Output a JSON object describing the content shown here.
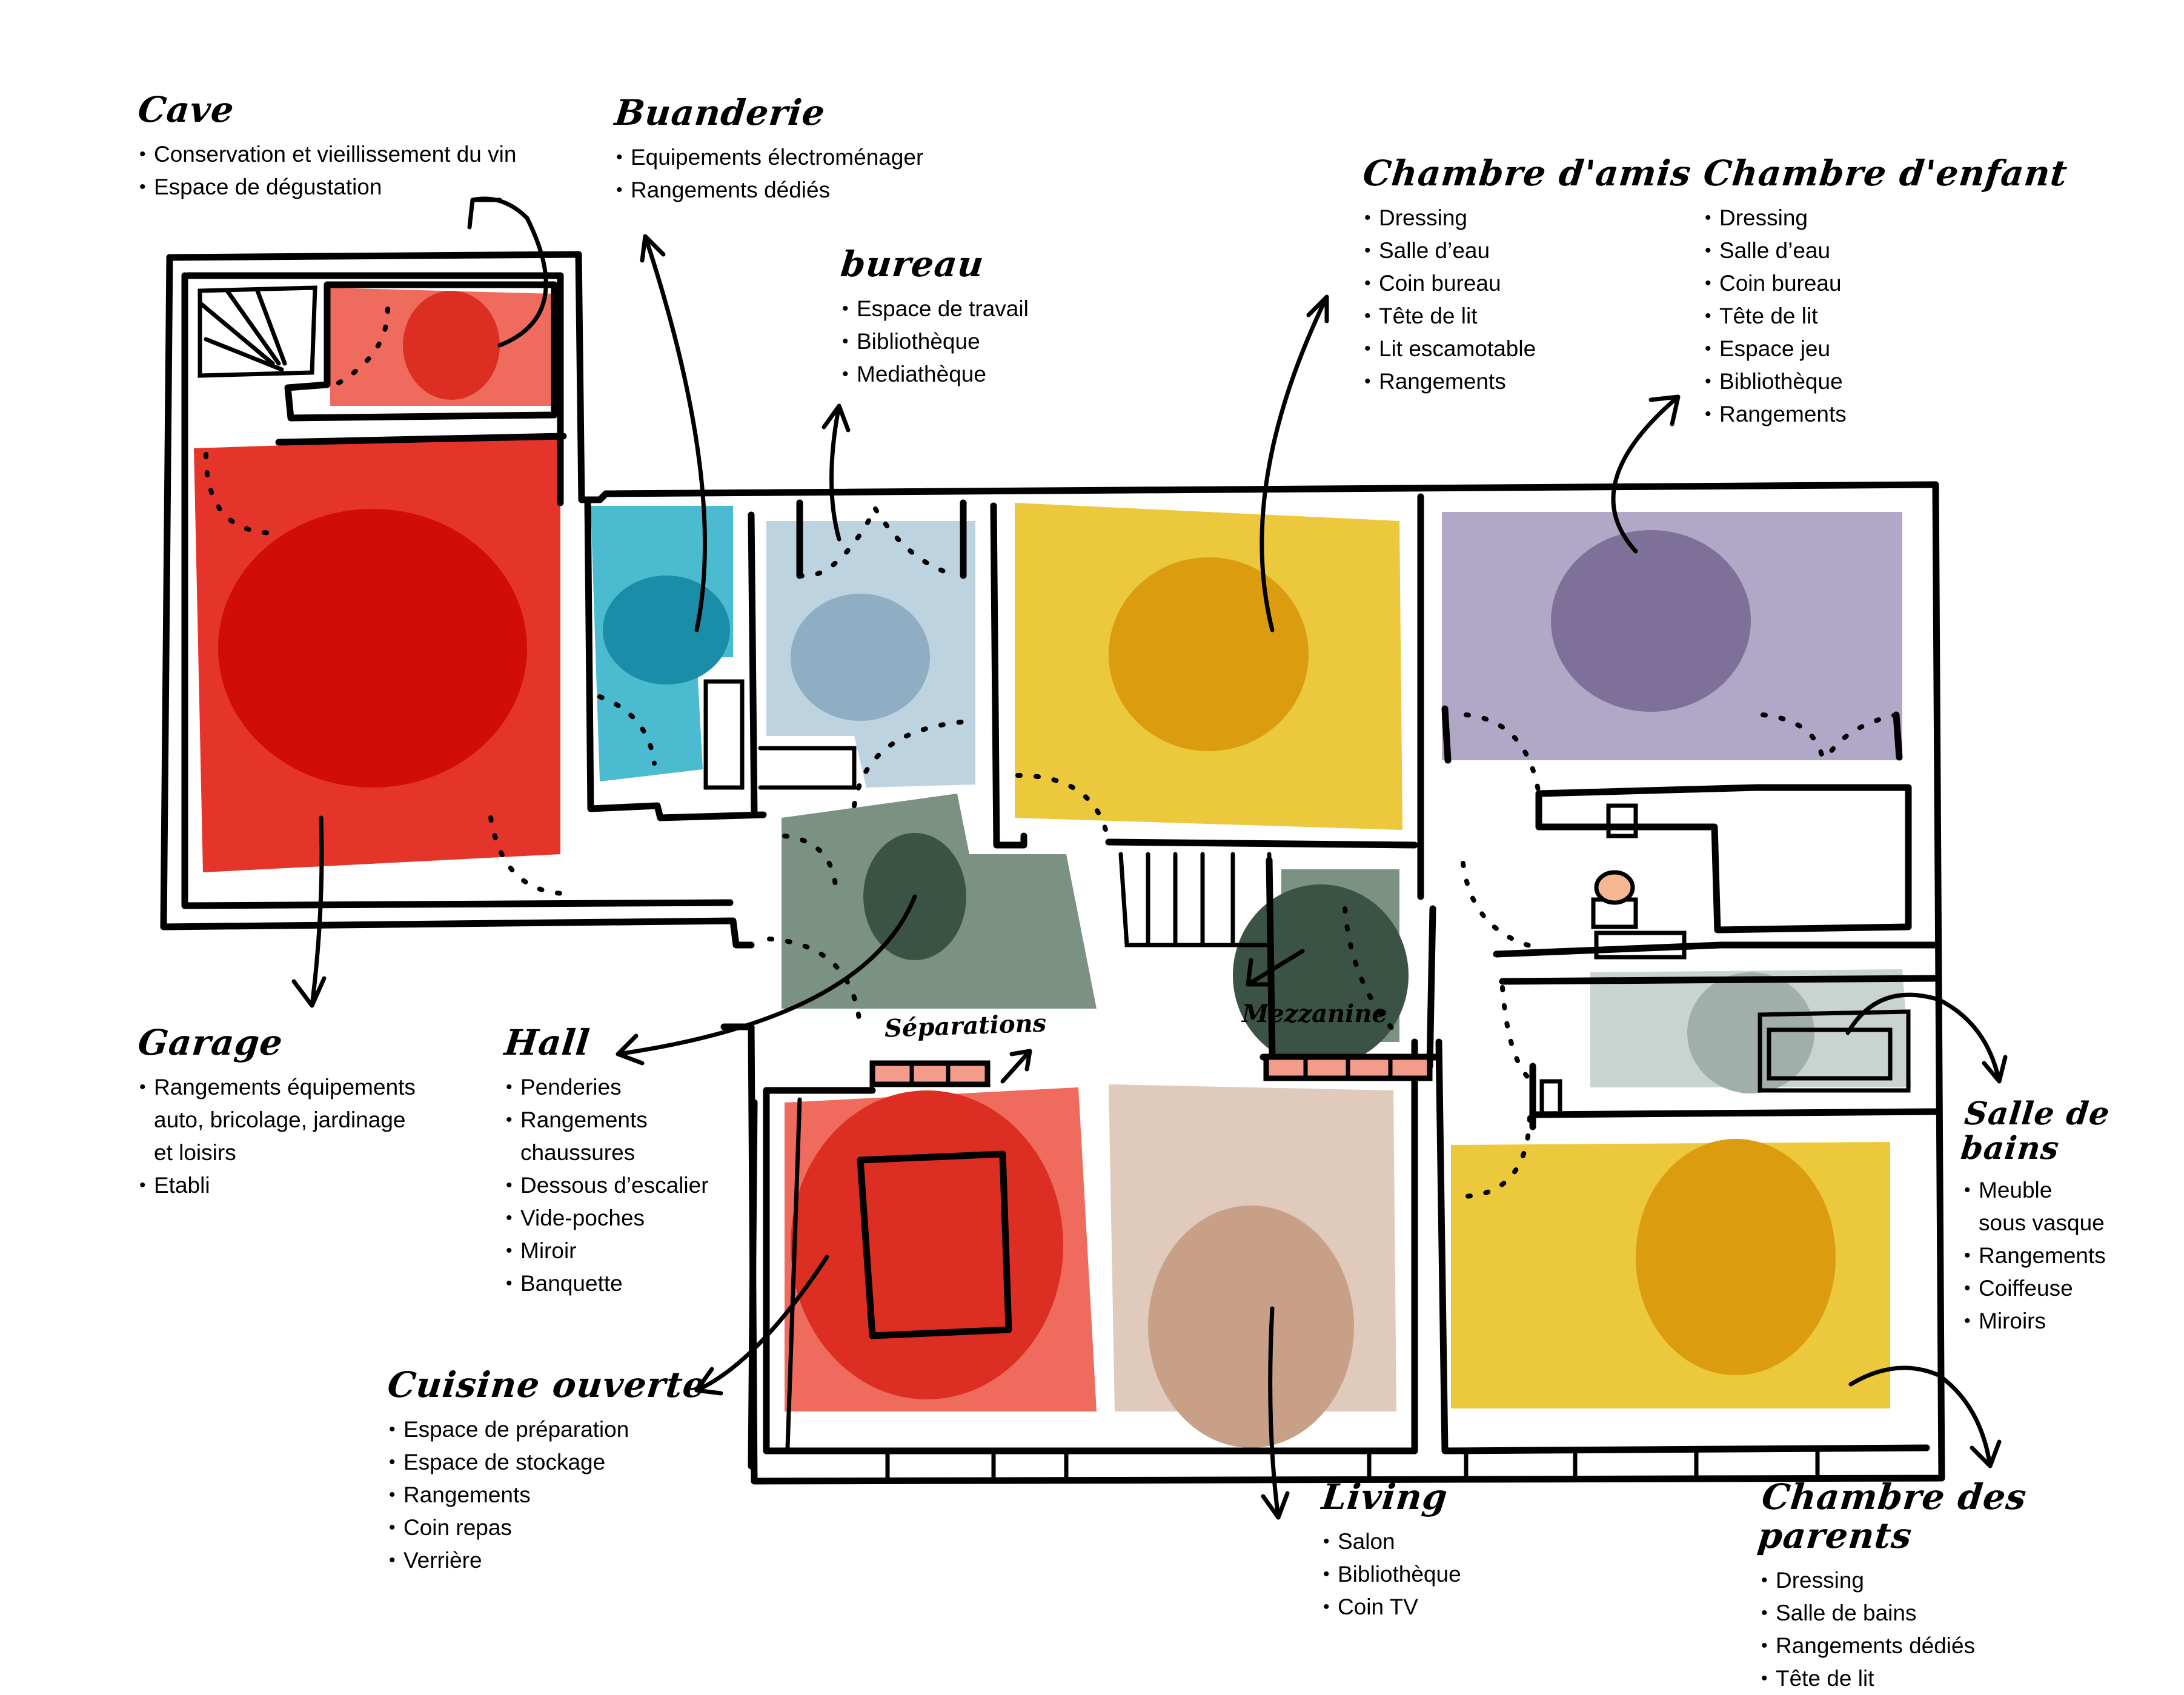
{
  "title": "Plan d'aménagement",
  "colors": {
    "cave_zone": "#ef6b5e",
    "cave_blob": "#dc2e23",
    "garage_zone": "#e5352a",
    "garage_blob": "#d00d07",
    "buanderie_zone": "#4bbcd0",
    "buanderie_blob": "#1a8ea8",
    "bureau_zone": "#bed3e0",
    "bureau_blob": "#8fadc3",
    "chambre_amis_zone": "#ecc83c",
    "chambre_amis_blob": "#db9c0f",
    "chambre_enfant_zone": "#b1a8c8",
    "chambre_enfant_blob": "#7d7199",
    "hall_zone": "#7b9283",
    "hall_blob": "#3a5344",
    "mezzanine_zone": "#7b9283",
    "mezzanine_blob": "#3a5344",
    "salle_de_bains_zone": "#c9d3d0",
    "salle_de_bains_blob": "#a0afaa",
    "cuisine_zone": "#ef6b5e",
    "cuisine_blob": "#dc2e23",
    "living_zone": "#e0cabb",
    "living_blob": "#c8a088",
    "chambre_parents_zone": "#ecc83c",
    "chambre_parents_blob": "#db9c0f",
    "separation_panel": "#f29c8c",
    "toilet": "#f6b894",
    "wall": "#000000"
  },
  "rooms": {
    "cave": {
      "title": "Cave",
      "items": [
        "Conservation et vieillissement du vin",
        "Espace de dégustation"
      ]
    },
    "buanderie": {
      "title": "Buanderie",
      "items": [
        "Equipements électroménager",
        "Rangements dédiés"
      ]
    },
    "bureau": {
      "title": "bureau",
      "items": [
        "Espace de travail",
        "Bibliothèque",
        "Mediathèque"
      ]
    },
    "chambre_amis": {
      "title": "Chambre d'amis",
      "items": [
        "Dressing",
        "Salle d’eau",
        "Coin bureau",
        "Tête de lit",
        "Lit escamotable",
        "Rangements"
      ]
    },
    "chambre_enfant": {
      "title": "Chambre d'enfant",
      "items": [
        "Dressing",
        "Salle d’eau",
        "Coin bureau",
        "Tête de lit",
        "Espace jeu",
        "Bibliothèque",
        "Rangements"
      ]
    },
    "garage": {
      "title": "Garage",
      "items": [
        "Rangements équipements\nauto, bricolage, jardinage\net loisirs",
        "Etabli"
      ]
    },
    "hall": {
      "title": "Hall",
      "items": [
        "Penderies",
        "Rangements\nchaussures",
        "Dessous d’escalier",
        "Vide-poches",
        "Miroir",
        "Banquette"
      ]
    },
    "salle_de_bains": {
      "title": "Salle de bains",
      "items": [
        "Meuble\nsous vasque",
        "Rangements",
        "Coiffeuse",
        "Miroirs"
      ]
    },
    "cuisine": {
      "title": "Cuisine ouverte",
      "items": [
        "Espace de préparation",
        "Espace de stockage",
        "Rangements",
        "Coin repas",
        "Verrière"
      ]
    },
    "living": {
      "title": "Living",
      "items": [
        "Salon",
        "Bibliothèque",
        "Coin TV"
      ]
    },
    "chambre_parents": {
      "title": "Chambre des parents",
      "items": [
        "Dressing",
        "Salle de bains",
        "Rangements dédiés",
        "Tête de lit"
      ]
    }
  },
  "tags": {
    "separations": "Séparations",
    "mezzanine": "Mezzanine"
  }
}
